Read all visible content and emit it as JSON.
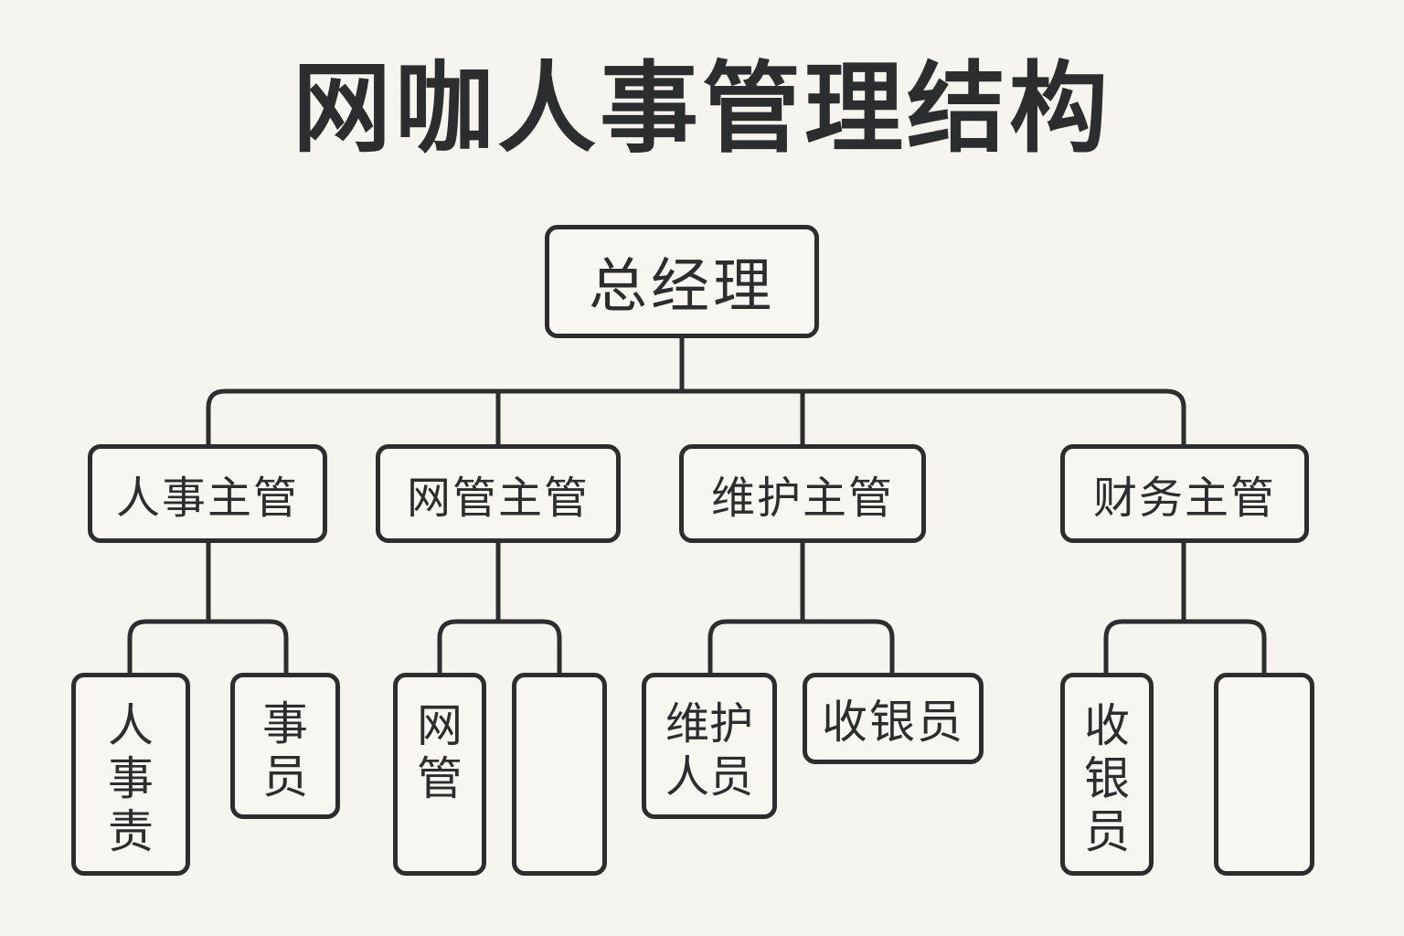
{
  "title": "网咖人事管理结构",
  "root": {
    "label": "总经理"
  },
  "managers": [
    {
      "label": "人事主管",
      "staff": [
        {
          "label": "人事责"
        },
        {
          "label": "事员"
        }
      ]
    },
    {
      "label": "网管主管",
      "staff": [
        {
          "label": "网管"
        },
        {
          "label": ""
        }
      ]
    },
    {
      "label": "维护主管",
      "staff": [
        {
          "label": "维护人员"
        },
        {
          "label": "收银员"
        }
      ]
    },
    {
      "label": "财务主管",
      "staff": [
        {
          "label": "收银员"
        },
        {
          "label": ""
        }
      ]
    }
  ],
  "colors": {
    "background": "#f6f4ee",
    "stroke": "#2b2d2e",
    "node_fill": "#f8f6f1"
  }
}
